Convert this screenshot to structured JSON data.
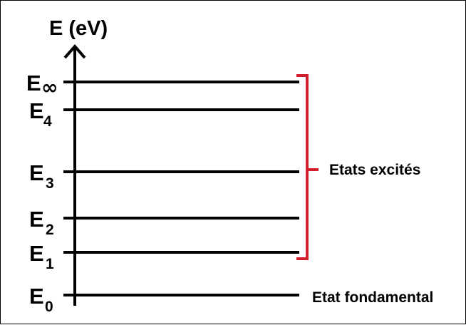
{
  "diagram": {
    "axis_title": "E (eV)",
    "levels": [
      {
        "letter": "E",
        "sub": "∞"
      },
      {
        "letter": "E",
        "sub": "4"
      },
      {
        "letter": "E",
        "sub": "3"
      },
      {
        "letter": "E",
        "sub": "2"
      },
      {
        "letter": "E",
        "sub": "1"
      },
      {
        "letter": "E",
        "sub": "0"
      }
    ],
    "excited_label": "Etats excités",
    "ground_label": "Etat fondamental",
    "colors": {
      "line": "#000000",
      "bracket": "#d11f2e"
    }
  }
}
